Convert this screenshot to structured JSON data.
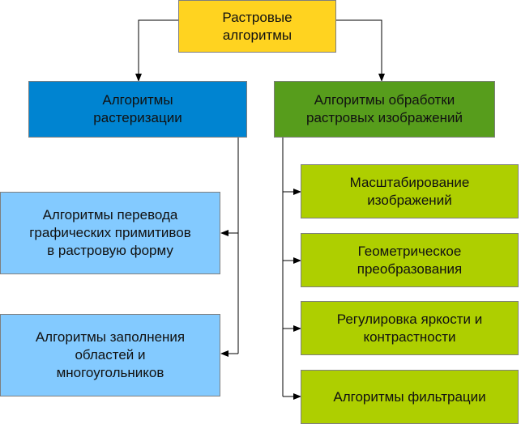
{
  "root": {
    "label": "Растровые\nалгоритмы",
    "color": "#ffd320"
  },
  "branches": [
    {
      "label": "Алгоритмы\nрастеризации",
      "color": "#0084d1",
      "children_color": "#83caff",
      "children": [
        "Алгоритмы перевода\nграфических примитивов\nв растровую форму",
        "Алгоритмы заполнения\nобластей и\nмногоугольников"
      ]
    },
    {
      "label": "Алгоритмы обработки\nрастровых изображений",
      "color": "#579d1c",
      "children_color": "#aecf00",
      "children": [
        "Масштабирование\nизображений",
        "Геометрическое\nпреобразования",
        "Регулировка яркости и\nконтрастности",
        "Алгоритмы фильтрации"
      ]
    }
  ]
}
